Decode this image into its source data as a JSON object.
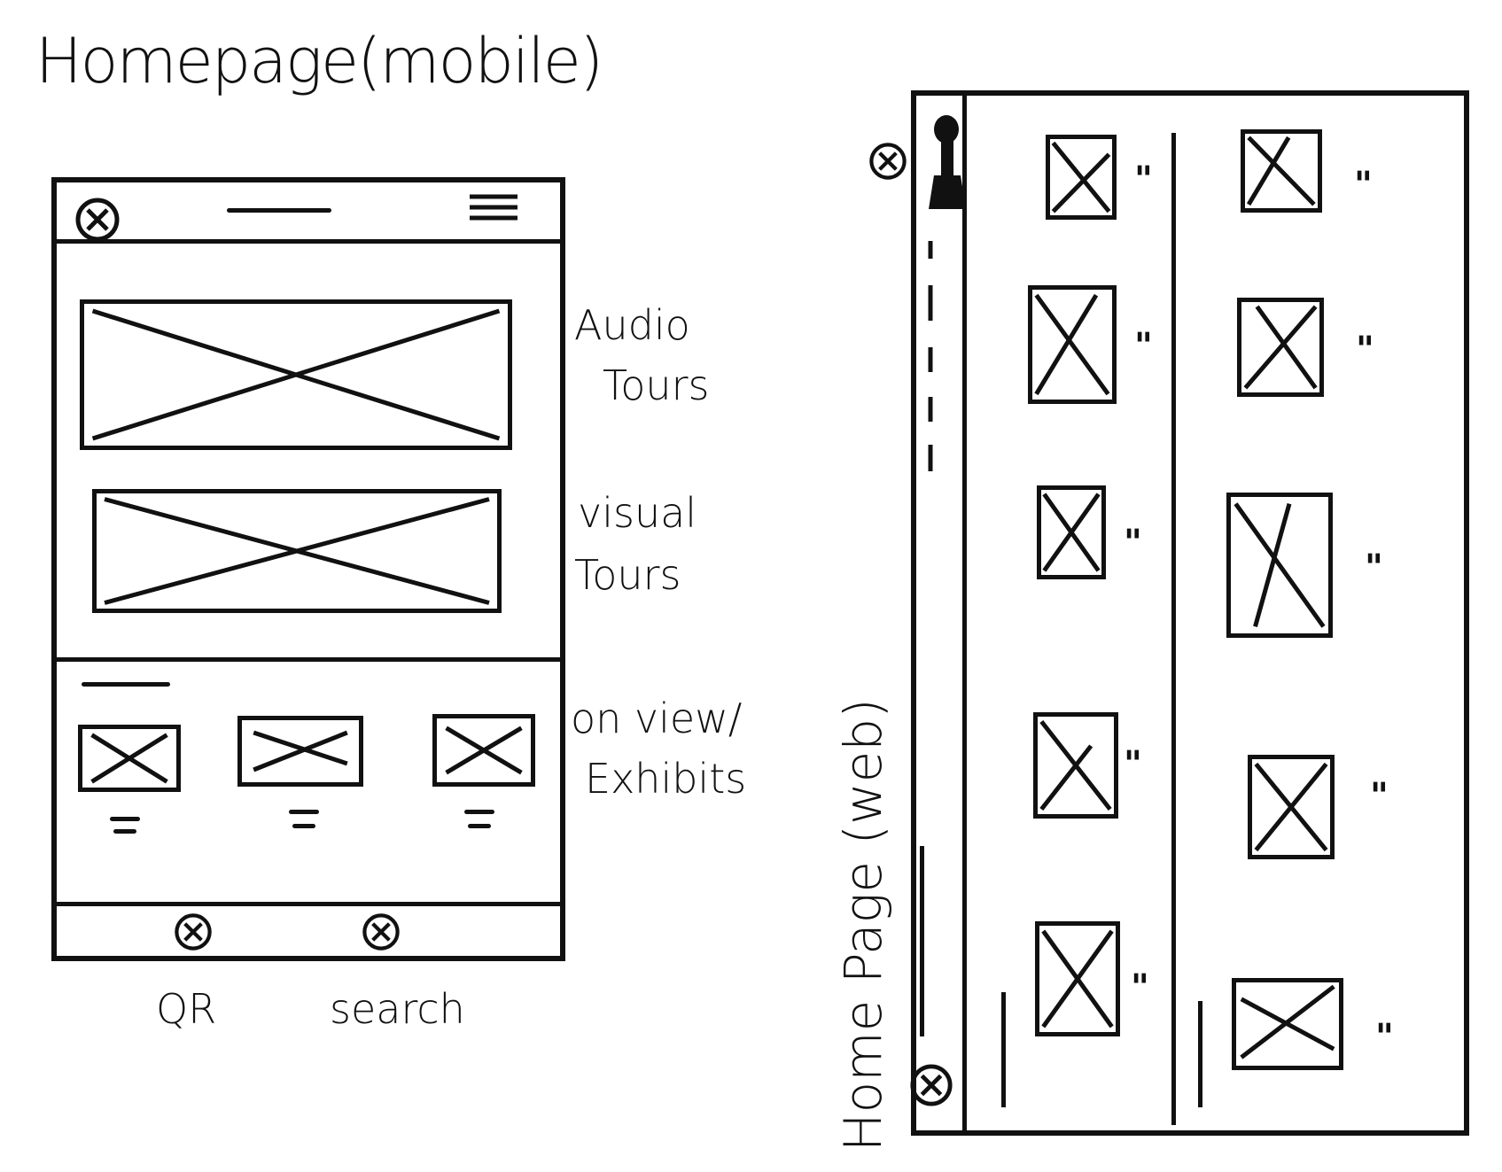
{
  "mobile": {
    "title": "Homepage(mobile)",
    "sections": [
      {
        "label_line1": "Audio",
        "label_line2": "Tours"
      },
      {
        "label_line1": "visual",
        "label_line2": "Tours"
      },
      {
        "label_line1": "on view/",
        "label_line2": "Exhibits"
      }
    ],
    "bottom_nav": [
      {
        "label": "QR",
        "icon": "x-circle-icon"
      },
      {
        "label": "search",
        "icon": "x-circle-icon"
      }
    ],
    "header": {
      "left_icon": "x-circle-icon",
      "right_icon": "hamburger-menu-icon"
    }
  },
  "web": {
    "title": "Home Page (web)",
    "item_marker": "\"",
    "columns": 2,
    "rows": 5
  }
}
